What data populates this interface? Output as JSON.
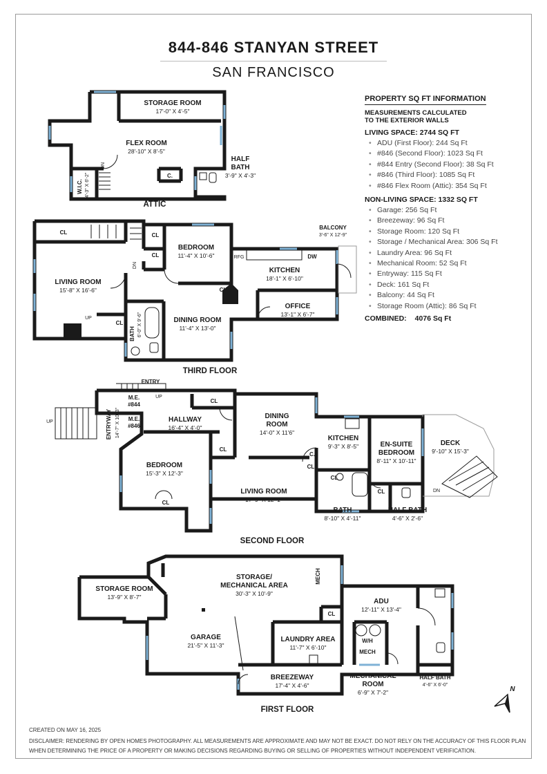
{
  "header": {
    "title": "844-846 STANYAN STREET",
    "subtitle": "SAN FRANCISCO"
  },
  "info": {
    "heading": "PROPERTY SQ FT INFORMATION",
    "note_line1": "MEASUREMENTS CALCULATED",
    "note_line2": "TO THE EXTERIOR WALLS",
    "living_title": "LIVING SPACE: 2744 SQ FT",
    "living": [
      "ADU (First Floor):  244 Sq Ft",
      "#846 (Second Floor):  1023 Sq Ft",
      "#844 Entry (Second Floor):  38 Sq Ft",
      "#846 (Third Floor):  1085 Sq Ft",
      "#846 Flex Room (Attic):  354 Sq Ft"
    ],
    "nonliving_title": "NON-LIVING SPACE: 1332 SQ FT",
    "nonliving": [
      "Garage:  256 Sq Ft",
      "Breezeway:  96 Sq Ft",
      "Storage Room:  120 Sq Ft",
      "Storage / Mechanical Area:  306 Sq Ft",
      "Laundry Area:  96 Sq Ft",
      "Mechanical Room:  52 Sq Ft",
      "Entryway:  115 Sq Ft",
      "Deck:  161 Sq Ft",
      "Balcony:  44 Sq Ft",
      "Storage Room (Attic):  86 Sq Ft"
    ],
    "combined_label": "COMBINED:",
    "combined_value": "4076  Sq Ft"
  },
  "floors": {
    "attic": "ATTIC",
    "third": "THIRD FLOOR",
    "second": "SECOND FLOOR",
    "first": "FIRST FLOOR"
  },
  "rooms": {
    "attic_storage": {
      "name": "STORAGE ROOM",
      "dim": "17'-0\" X 4'-5\""
    },
    "flex": {
      "name": "FLEX ROOM",
      "dim": "28'-10\" X 8'-5\""
    },
    "half_bath_attic": {
      "name1": "HALF",
      "name2": "BATH",
      "dim": "3'-9\" X 4'-3\""
    },
    "wic": {
      "name": "W.I.C.",
      "dim": "4'-3\" X 6'-2\""
    },
    "living3": {
      "name": "LIVING ROOM",
      "dim": "15'-8\" X 16'-6\""
    },
    "bedroom3": {
      "name": "BEDROOM",
      "dim": "11'-4\" X 10'-6\""
    },
    "kitchen3": {
      "name": "KITCHEN",
      "dim": "18'-1\" X 6'-10\""
    },
    "balcony": {
      "name": "BALCONY",
      "dim": "3'-6\" X 12'-9\""
    },
    "office": {
      "name": "OFFICE",
      "dim": "13'-1\" X 6'-7\""
    },
    "dining3": {
      "name": "DINING ROOM",
      "dim": "11'-4\" X 13'-0\""
    },
    "bath3": {
      "name": "BATH",
      "dim": "6'-0\" X 9'-6\""
    },
    "entry_label": "ENTRY",
    "entryway": {
      "name": "ENTRYWAY",
      "dim": "14'-7\" X 10'-3\""
    },
    "me844": {
      "name": "M.E.",
      "unit": "#844"
    },
    "me846": {
      "name": "M.E.",
      "unit": "#846"
    },
    "hallway": {
      "name": "HALLWAY",
      "dim": "16'-4\" X 4'-0\""
    },
    "dining2": {
      "name1": "DINING",
      "name2": "ROOM",
      "dim": "14'-0\" X 11'6\""
    },
    "kitchen2": {
      "name": "KITCHEN",
      "dim": "9'-3\" X 8'-5\""
    },
    "ensuite": {
      "name1": "EN-SUITE",
      "name2": "BEDROOM",
      "dim": "8'-11\" X 10'-11\""
    },
    "deck": {
      "name": "DECK",
      "dim": "9'-10\" X 15'-3\""
    },
    "bedroom2": {
      "name": "BEDROOM",
      "dim": "15'-3\" X 12'-3\""
    },
    "living2": {
      "name": "LIVING ROOM",
      "dim": "17'-9\" X 12'-1\""
    },
    "bath2": {
      "name": "BATH",
      "dim": "8'-10\" X 4'-11\""
    },
    "half_bath2": {
      "name": "HALF BATH",
      "dim": "4'-6\" X 2'-6\""
    },
    "storage1": {
      "name": "STORAGE ROOM",
      "dim": "13'-9\" X 8'-7\""
    },
    "storage_mech": {
      "name1": "STORAGE/",
      "name2": "MECHANICAL AREA",
      "dim": "30'-3\" X 10'-9\""
    },
    "garage": {
      "name": "GARAGE",
      "dim": "21'-5\" X 11'-3\""
    },
    "laundry": {
      "name": "LAUNDRY AREA",
      "dim": "11'-7\" X 6'-10\""
    },
    "adu": {
      "name": "ADU",
      "dim": "12'-11\" X 13'-4\""
    },
    "breezeway": {
      "name": "BREEZEWAY",
      "dim": "17'-4\" X 4'-6\""
    },
    "mech_room": {
      "name1": "MECHANICAL",
      "name2": "ROOM",
      "dim": "6'-9\" X 7'-2\""
    },
    "half_bath1": {
      "name": "HALF BATH",
      "dim": "4'-6\" X 6'-0\""
    }
  },
  "labels": {
    "cl": "CL",
    "c": "C.",
    "up": "UP",
    "dn": "DN",
    "rfg": "RFG",
    "dw": "DW",
    "mech": "MECH",
    "wh": "W/H",
    "north": "N"
  },
  "colors": {
    "wall": "#1a1a1a",
    "window": "#7fb2d6"
  },
  "footer": {
    "created": "CREATED ON MAY 16, 2025",
    "disclaimer1": "DISCLAIMER: RENDERING BY OPEN HOMES PHOTOGRAPHY. ALL MEASUREMENTS ARE APPROXIMATE AND MAY NOT BE EXACT. DO NOT RELY ON THE ACCURACY OF THIS FLOOR PLAN",
    "disclaimer2": "WHEN DETERMINING THE PRICE OF A PROPERTY OR MAKING DECISIONS REGARDING BUYING OR SELLING OF PROPERTIES WITHOUT INDEPENDENT VERIFICATION."
  }
}
